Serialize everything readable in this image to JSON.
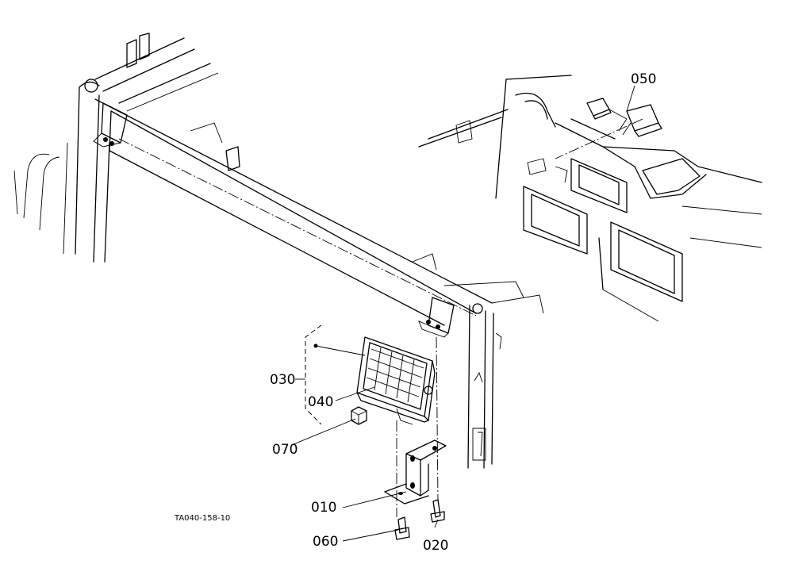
{
  "callouts": {
    "p010": "010",
    "p020": "020",
    "p030": "030",
    "p040": "040",
    "p050": "050",
    "p060": "060",
    "p070": "070"
  },
  "drawing_code": "TA040-158-10"
}
